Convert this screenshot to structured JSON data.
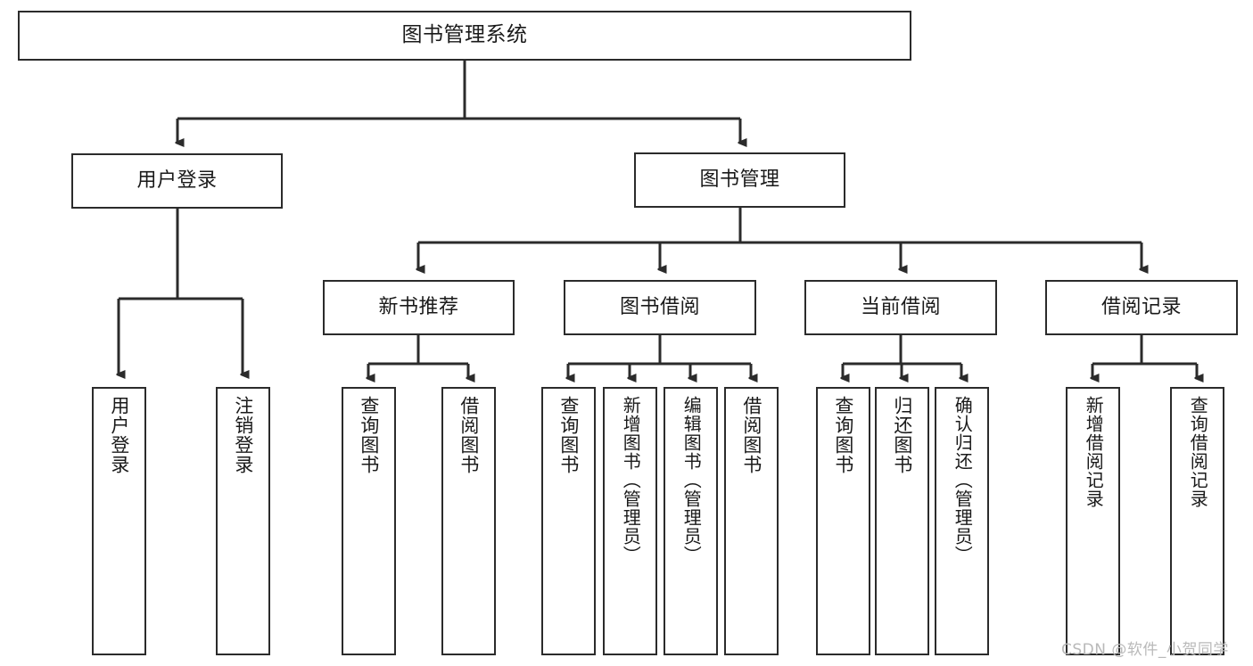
{
  "diagram": {
    "title": "图书管理系统",
    "root": {
      "label": "图书管理系统"
    },
    "level1": [
      {
        "label": "用户登录"
      },
      {
        "label": "图书管理"
      }
    ],
    "level2": [
      {
        "label": "新书推荐"
      },
      {
        "label": "图书借阅"
      },
      {
        "label": "当前借阅"
      },
      {
        "label": "借阅记录"
      }
    ],
    "leaves": {
      "user_login": [
        {
          "label": "用户登录"
        },
        {
          "label": "注销登录"
        }
      ],
      "new_book_recommend": [
        {
          "label": "查询图书"
        },
        {
          "label": "借阅图书"
        }
      ],
      "book_borrow": [
        {
          "label": "查询图书"
        },
        {
          "label": "新增图书（管理员）"
        },
        {
          "label": "编辑图书（管理员）"
        },
        {
          "label": "借阅图书"
        }
      ],
      "current_borrow": [
        {
          "label": "查询图书"
        },
        {
          "label": "归还图书"
        },
        {
          "label": "确认归还（管理员）"
        }
      ],
      "borrow_record": [
        {
          "label": "新增借阅记录"
        },
        {
          "label": "查询借阅记录"
        }
      ]
    },
    "watermark": "CSDN @软件_小贺同学",
    "colors": {
      "stroke": "#2b2b2b",
      "background": "#ffffff",
      "text": "#1a1a1a",
      "watermark": "#b9b9b9"
    }
  }
}
